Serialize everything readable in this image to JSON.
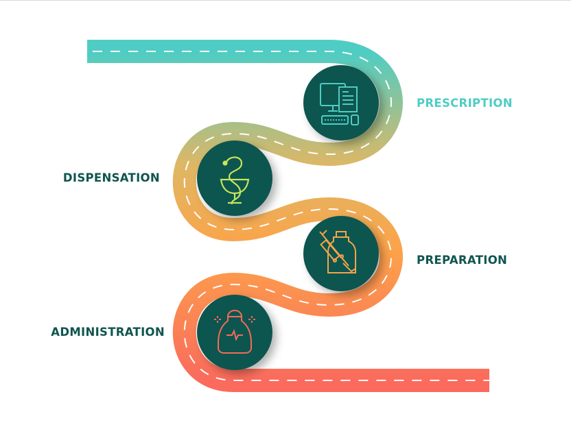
{
  "steps": [
    {
      "label": "PRESCRIPTION",
      "icon": "computer-document-icon",
      "label_color": "#4ecdc4",
      "icon_color": "#4ecdc4"
    },
    {
      "label": "DISPENSATION",
      "icon": "caduceus-snake-cup-icon",
      "label_color": "#0f5550",
      "icon_color": "#c8e65a"
    },
    {
      "label": "PREPARATION",
      "icon": "syringe-vial-icon",
      "label_color": "#0f5550",
      "icon_color": "#f5a54a"
    },
    {
      "label": "ADMINISTRATION",
      "icon": "medicine-bag-icon",
      "label_color": "#0f5550",
      "icon_color": "#f86a5a"
    }
  ],
  "colors": {
    "circle": "#0f5550",
    "road_top": "#4ecdc4",
    "road_mid": "#dfb764",
    "road_orange": "#fca34a",
    "road_bottom": "#fa6b5d",
    "dash": "#ffffff"
  }
}
